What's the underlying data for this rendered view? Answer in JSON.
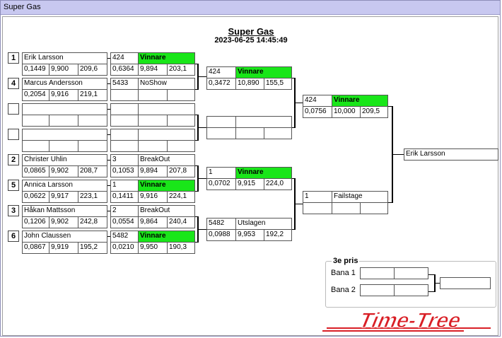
{
  "window": {
    "title": "Super Gas"
  },
  "header": {
    "title": "Super Gas",
    "timestamp": "2023-06-25 14:45:49"
  },
  "round1": [
    {
      "seed": "1",
      "name": "Erik Larsson",
      "rt": "0,1449",
      "et": "9,900",
      "sp": "209,6"
    },
    {
      "seed": "4",
      "name": "Marcus Andersson",
      "rt": "0,2054",
      "et": "9,916",
      "sp": "219,1"
    },
    {
      "seed": "",
      "name": "",
      "rt": "",
      "et": "",
      "sp": ""
    },
    {
      "seed": "",
      "name": "",
      "rt": "",
      "et": "",
      "sp": ""
    },
    {
      "seed": "2",
      "name": "Christer Uhlin",
      "rt": "0,0865",
      "et": "9,902",
      "sp": "208,7"
    },
    {
      "seed": "5",
      "name": "Annica Larsson",
      "rt": "0,0622",
      "et": "9,917",
      "sp": "223,1"
    },
    {
      "seed": "3",
      "name": "Håkan Mattsson",
      "rt": "0,1206",
      "et": "9,902",
      "sp": "242,8"
    },
    {
      "seed": "6",
      "name": "John Claussen",
      "rt": "0,0867",
      "et": "9,919",
      "sp": "195,2"
    }
  ],
  "round2": [
    {
      "num": "424",
      "status": "Vinnare",
      "win": true,
      "rt": "0,6364",
      "et": "9,894",
      "sp": "203,1"
    },
    {
      "num": "5433",
      "status": "NoShow",
      "win": false,
      "rt": "",
      "et": "",
      "sp": ""
    },
    {
      "num": "",
      "status": "",
      "win": false,
      "rt": "",
      "et": "",
      "sp": ""
    },
    {
      "num": "",
      "status": "",
      "win": false,
      "rt": "",
      "et": "",
      "sp": ""
    },
    {
      "num": "3",
      "status": "BreakOut",
      "win": false,
      "rt": "0,1053",
      "et": "9,894",
      "sp": "207,8"
    },
    {
      "num": "1",
      "status": "Vinnare",
      "win": true,
      "rt": "0,1411",
      "et": "9,916",
      "sp": "224,1"
    },
    {
      "num": "2",
      "status": "BreakOut",
      "win": false,
      "rt": "0,0554",
      "et": "9,864",
      "sp": "240,4"
    },
    {
      "num": "5482",
      "status": "Vinnare",
      "win": true,
      "rt": "0,0210",
      "et": "9,950",
      "sp": "190,3"
    }
  ],
  "round3": [
    {
      "num": "424",
      "status": "Vinnare",
      "win": true,
      "rt": "0,3472",
      "et": "10,890",
      "sp": "155,5"
    },
    {
      "num": "",
      "status": "",
      "win": false,
      "rt": "",
      "et": "",
      "sp": ""
    },
    {
      "num": "1",
      "status": "Vinnare",
      "win": true,
      "rt": "0,0702",
      "et": "9,915",
      "sp": "224,0"
    },
    {
      "num": "5482",
      "status": "Utslagen",
      "win": false,
      "rt": "0,0988",
      "et": "9,953",
      "sp": "192,2"
    }
  ],
  "round4": [
    {
      "num": "424",
      "status": "Vinnare",
      "win": true,
      "rt": "0,0756",
      "et": "10,000",
      "sp": "209,5"
    },
    {
      "num": "1",
      "status": "Failstage",
      "win": false,
      "rt": "",
      "et": "",
      "sp": ""
    }
  ],
  "winner": {
    "name": "Erik Larsson"
  },
  "third_prize": {
    "title": "3e pris",
    "lane1": "Bana 1",
    "lane2": "Bana 2"
  },
  "logo": {
    "text": "Time-Tree",
    "color": "#d91f26"
  }
}
